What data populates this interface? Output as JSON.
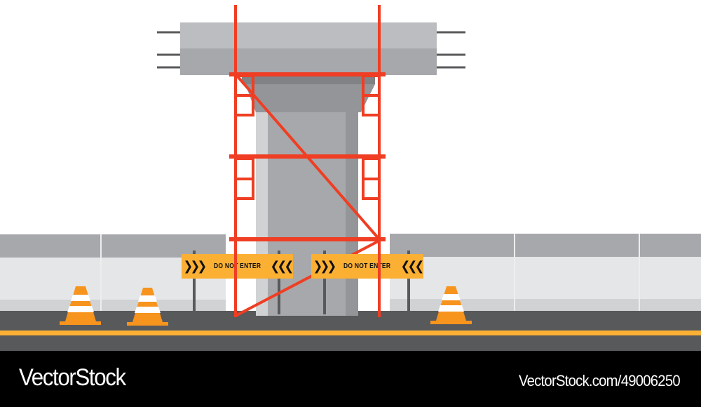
{
  "scene": {
    "description": "Construction site with concrete bridge pillar under scaffolding, road barriers and traffic cones",
    "colors": {
      "sky": "#ffffff",
      "wall_top": "#a7a8ab",
      "wall_mid": "#e5e6e7",
      "wall_bottom": "#d1d2d4",
      "road": "#58595b",
      "road_line": "#fbb034",
      "scaffold": "#ef3e23",
      "cone": "#f7941d",
      "cone_stripe": "#ffffff",
      "sign": "#fbb034",
      "pillar_light": "#bcbdc0",
      "pillar_mid": "#a7a8ab",
      "pillar_dark": "#939598",
      "rebar": "#58595b"
    }
  },
  "signs": [
    {
      "label": "DO NOT ENTER",
      "left_arrows": "❯❯❯",
      "right_arrows": "❮❮❮"
    },
    {
      "label": "DO NOT ENTER",
      "left_arrows": "❯❯❯",
      "right_arrows": "❮❮❮"
    }
  ],
  "cones": [
    {
      "icon": "traffic-cone-icon"
    },
    {
      "icon": "traffic-cone-icon"
    },
    {
      "icon": "traffic-cone-icon"
    }
  ],
  "footer": {
    "brand": "VectorStock",
    "url": "VectorStock.com/49006250"
  }
}
